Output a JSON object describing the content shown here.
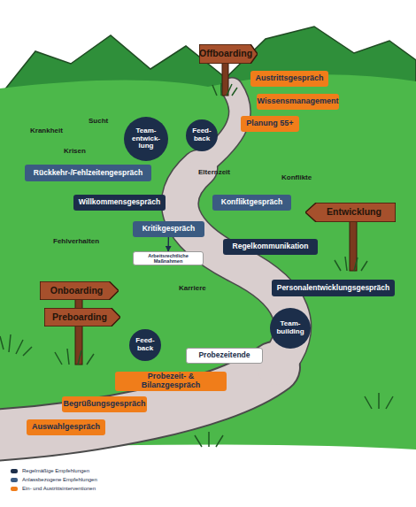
{
  "diagram": {
    "nodes": [
      {
        "text": [
          "Offboarding"
        ]
      },
      {
        "text": [
          "Austrittsgespräch"
        ]
      },
      {
        "text": [
          "Wissensmanagement"
        ]
      },
      {
        "text": [
          "Planung 55+"
        ]
      },
      {
        "text": [
          "Team- entwick- lung"
        ]
      },
      {
        "text": [
          "Feed- back"
        ]
      },
      {
        "text": [
          "Rückkehr-/Fehlzeitengespräch"
        ]
      },
      {
        "text": [
          "Willkommensgespräch"
        ]
      },
      {
        "text": [
          "Konfliktgespräch"
        ]
      },
      {
        "text": [
          "Entwicklung"
        ]
      },
      {
        "text": [
          "Kritikgespräch"
        ]
      },
      {
        "text": [
          "Arbeitsrechtliche Maßnahmen"
        ]
      },
      {
        "text": [
          "Regelkommunikation"
        ]
      },
      {
        "text": [
          "Personalentwicklungsgespräch"
        ]
      },
      {
        "text": [
          "Onboarding"
        ]
      },
      {
        "text": [
          "Preboarding"
        ]
      },
      {
        "text": [
          "Team- building"
        ]
      },
      {
        "text": [
          "Feed- back"
        ]
      },
      {
        "text": [
          "Probezeitende"
        ]
      },
      {
        "text": [
          "Probezeit- & Bilanzgespräch"
        ]
      },
      {
        "text": [
          "Begrüßungsgespräch"
        ]
      },
      {
        "text": [
          "Auswahlgespräch"
        ]
      }
    ],
    "edges": [
      {
        "from": 10,
        "to": 11,
        "arrow": "to"
      }
    ],
    "labels": [
      "Sucht",
      "Krankheit",
      "Krisen",
      "Elternzeit",
      "Konflikte",
      "Fehlverhalten",
      "Karriere"
    ],
    "legend": [
      {
        "text": "Regelmäßige Empfehlungen",
        "color": "#1c2e4a"
      },
      {
        "text": "Anlassbezogene Empfehlungen",
        "color": "#3b5b82"
      },
      {
        "text": "Ein- und Austrittsinterventionen",
        "color": "#f07d1a"
      }
    ]
  }
}
